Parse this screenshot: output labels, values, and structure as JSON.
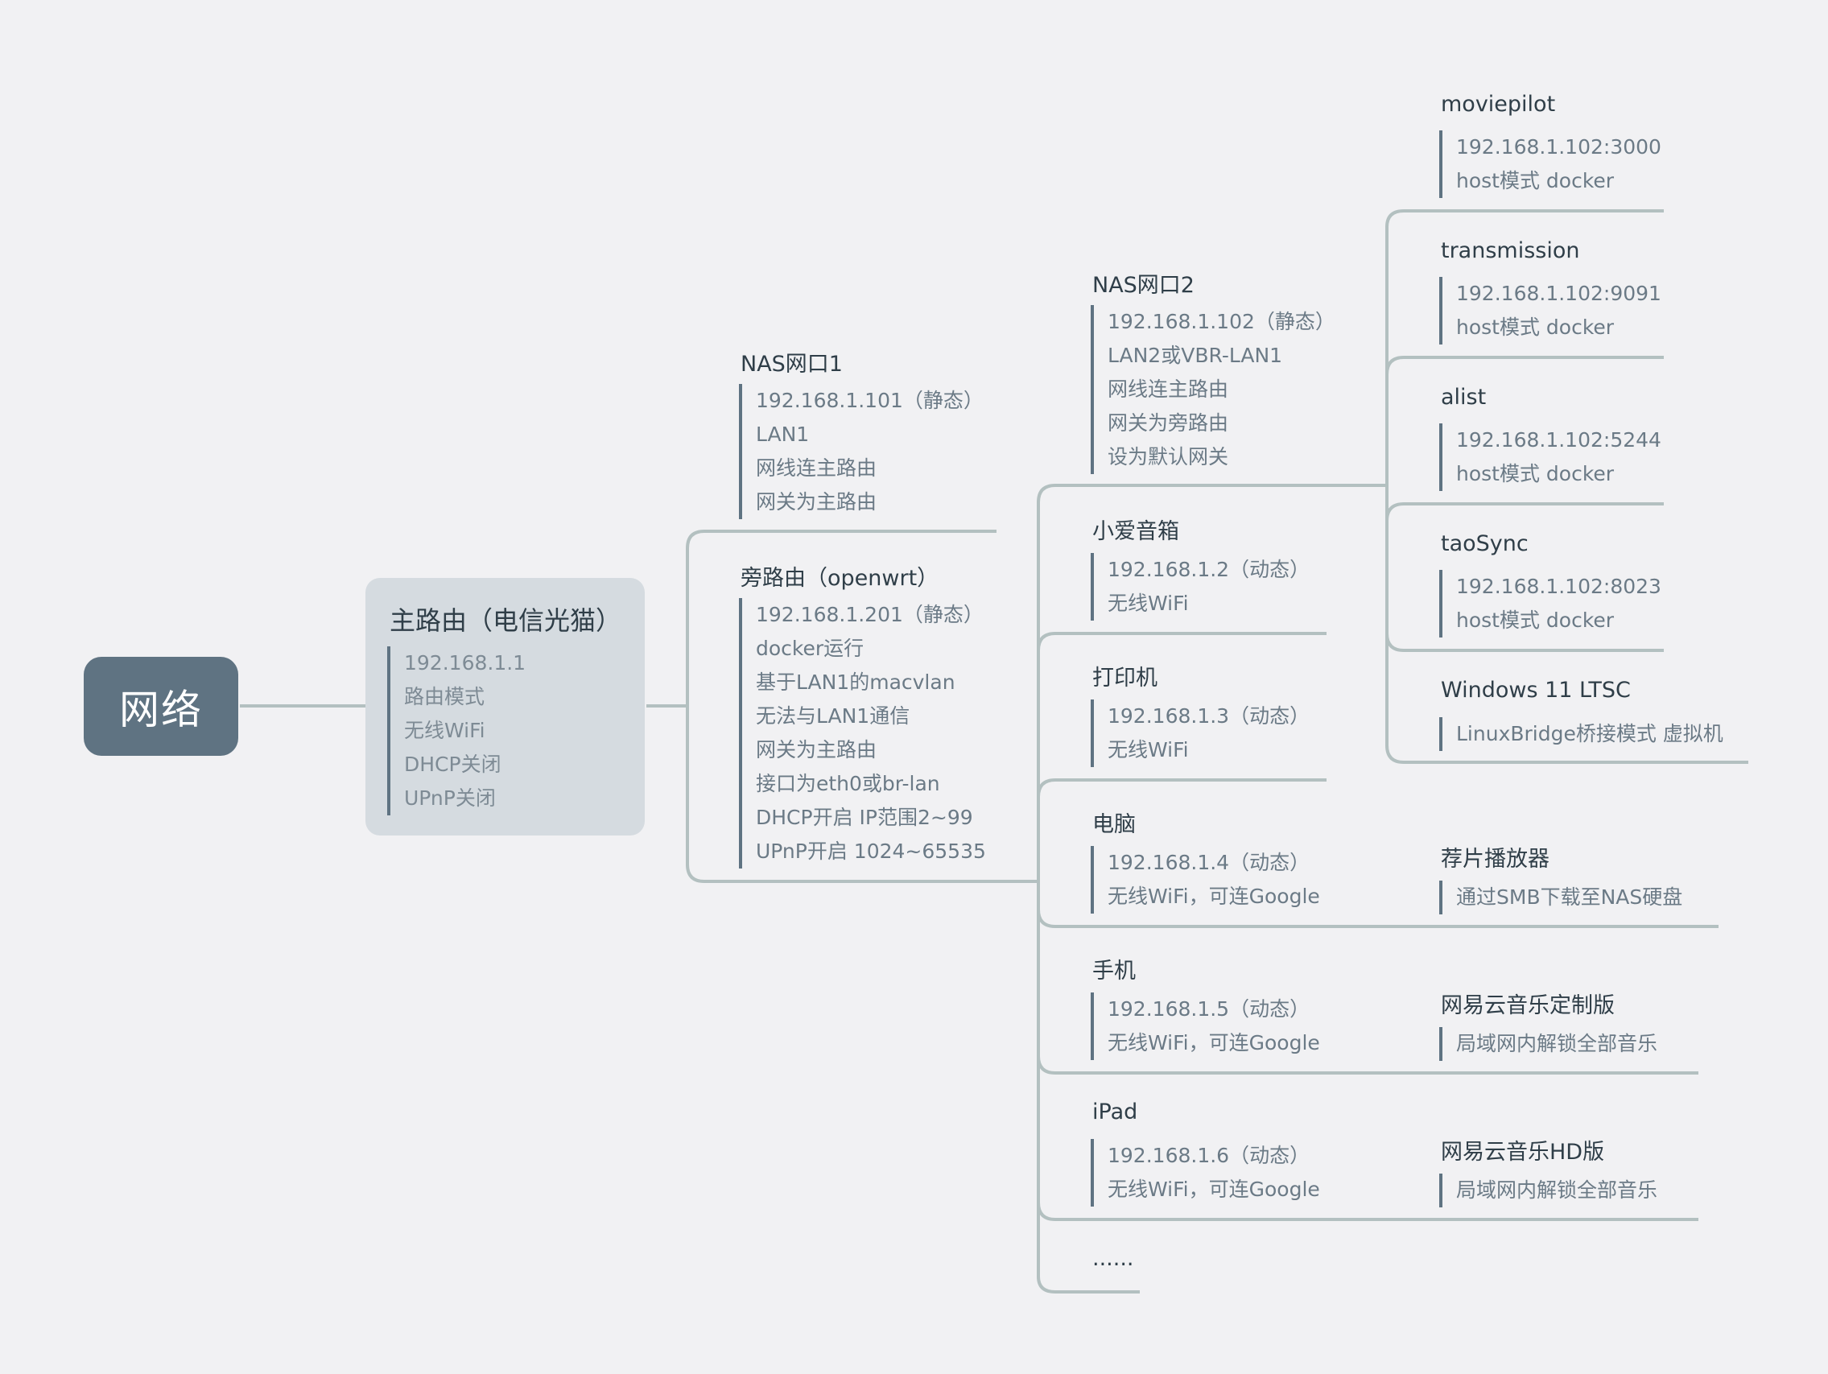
{
  "root": {
    "label": "网络"
  },
  "main_router": {
    "title": "主路由（电信光猫）",
    "notes": [
      "192.168.1.1",
      "路由模式",
      "无线WiFi",
      "DHCP关闭",
      "UPnP关闭"
    ]
  },
  "nodes": {
    "nas1": {
      "title": "NAS网口1",
      "notes": [
        "192.168.1.101（静态）",
        "LAN1",
        "网线连主路由",
        "网关为主路由"
      ]
    },
    "bypass": {
      "title": "旁路由（openwrt）",
      "notes": [
        "192.168.1.201（静态）",
        "docker运行",
        "基于LAN1的macvlan",
        "无法与LAN1通信",
        "网关为主路由",
        "接口为eth0或br-lan",
        "DHCP开启 IP范围2~99",
        "UPnP开启 1024~65535"
      ]
    },
    "nas2": {
      "title": "NAS网口2",
      "notes": [
        "192.168.1.102（静态）",
        "LAN2或VBR-LAN1",
        "网线连主路由",
        "网关为旁路由",
        "设为默认网关"
      ]
    },
    "speaker": {
      "title": "小爱音箱",
      "notes": [
        "192.168.1.2（动态）",
        "无线WiFi"
      ]
    },
    "printer": {
      "title": "打印机",
      "notes": [
        "192.168.1.3（动态）",
        "无线WiFi"
      ]
    },
    "pc": {
      "title": "电脑",
      "notes": [
        "192.168.1.4（动态）",
        "无线WiFi，可连Google"
      ]
    },
    "phone": {
      "title": "手机",
      "notes": [
        "192.168.1.5（动态）",
        "无线WiFi，可连Google"
      ]
    },
    "ipad": {
      "title": "iPad",
      "notes": [
        "192.168.1.6（动态）",
        "无线WiFi，可连Google"
      ]
    },
    "more": {
      "title": "......"
    },
    "moviepilot": {
      "title": "moviepilot",
      "notes": [
        "192.168.1.102:3000",
        "host模式 docker"
      ]
    },
    "transmission": {
      "title": "transmission",
      "notes": [
        "192.168.1.102:9091",
        "host模式 docker"
      ]
    },
    "alist": {
      "title": "alist",
      "notes": [
        "192.168.1.102:5244",
        "host模式 docker"
      ]
    },
    "taosync": {
      "title": "taoSync",
      "notes": [
        "192.168.1.102:8023",
        "host模式 docker"
      ]
    },
    "windows": {
      "title": "Windows 11 LTSC",
      "notes": [
        "LinuxBridge桥接模式 虚拟机"
      ]
    },
    "player": {
      "title": "荐片播放器",
      "notes": [
        "通过SMB下载至NAS硬盘"
      ]
    },
    "netease_custom": {
      "title": "网易云音乐定制版",
      "notes": [
        "局域网内解锁全部音乐"
      ]
    },
    "netease_hd": {
      "title": "网易云音乐HD版",
      "notes": [
        "局域网内解锁全部音乐"
      ]
    }
  }
}
